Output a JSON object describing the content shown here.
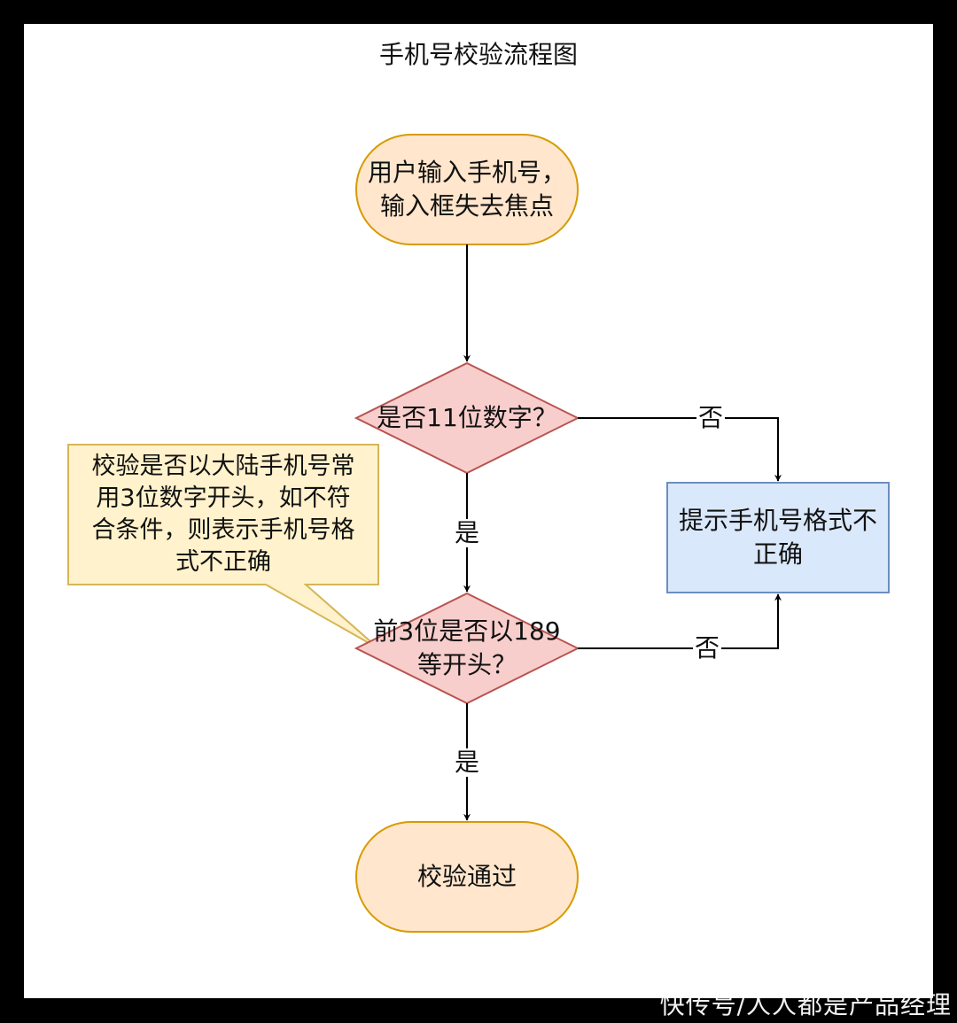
{
  "title": "手机号校验流程图",
  "nodes": {
    "start": {
      "line1": "用户输入手机号，",
      "line2": "输入框失去焦点"
    },
    "decision1": "是否11位数字？",
    "decision2": {
      "line1": "前3位是否以189",
      "line2": "等开头？"
    },
    "error": {
      "line1": "提示手机号格式不",
      "line2": "正确"
    },
    "end": "校验通过"
  },
  "note": {
    "line1": "校验是否以大陆手机号常",
    "line2": "用3位数字开头，如不符",
    "line3": "合条件，则表示手机号格",
    "line4": "式不正确"
  },
  "edges": {
    "d1_no": "否",
    "d1_yes": "是",
    "d2_no": "否",
    "d2_yes": "是"
  },
  "watermark": "快传号/人人都是产品经理",
  "colors": {
    "terminal_fill": "#ffe6cc",
    "terminal_stroke": "#d79b00",
    "decision_fill": "#f8cecc",
    "decision_stroke": "#b85450",
    "process_fill": "#dae8fc",
    "process_stroke": "#6c8ebf",
    "note_fill": "#fff2cc",
    "note_stroke": "#d6b656"
  }
}
